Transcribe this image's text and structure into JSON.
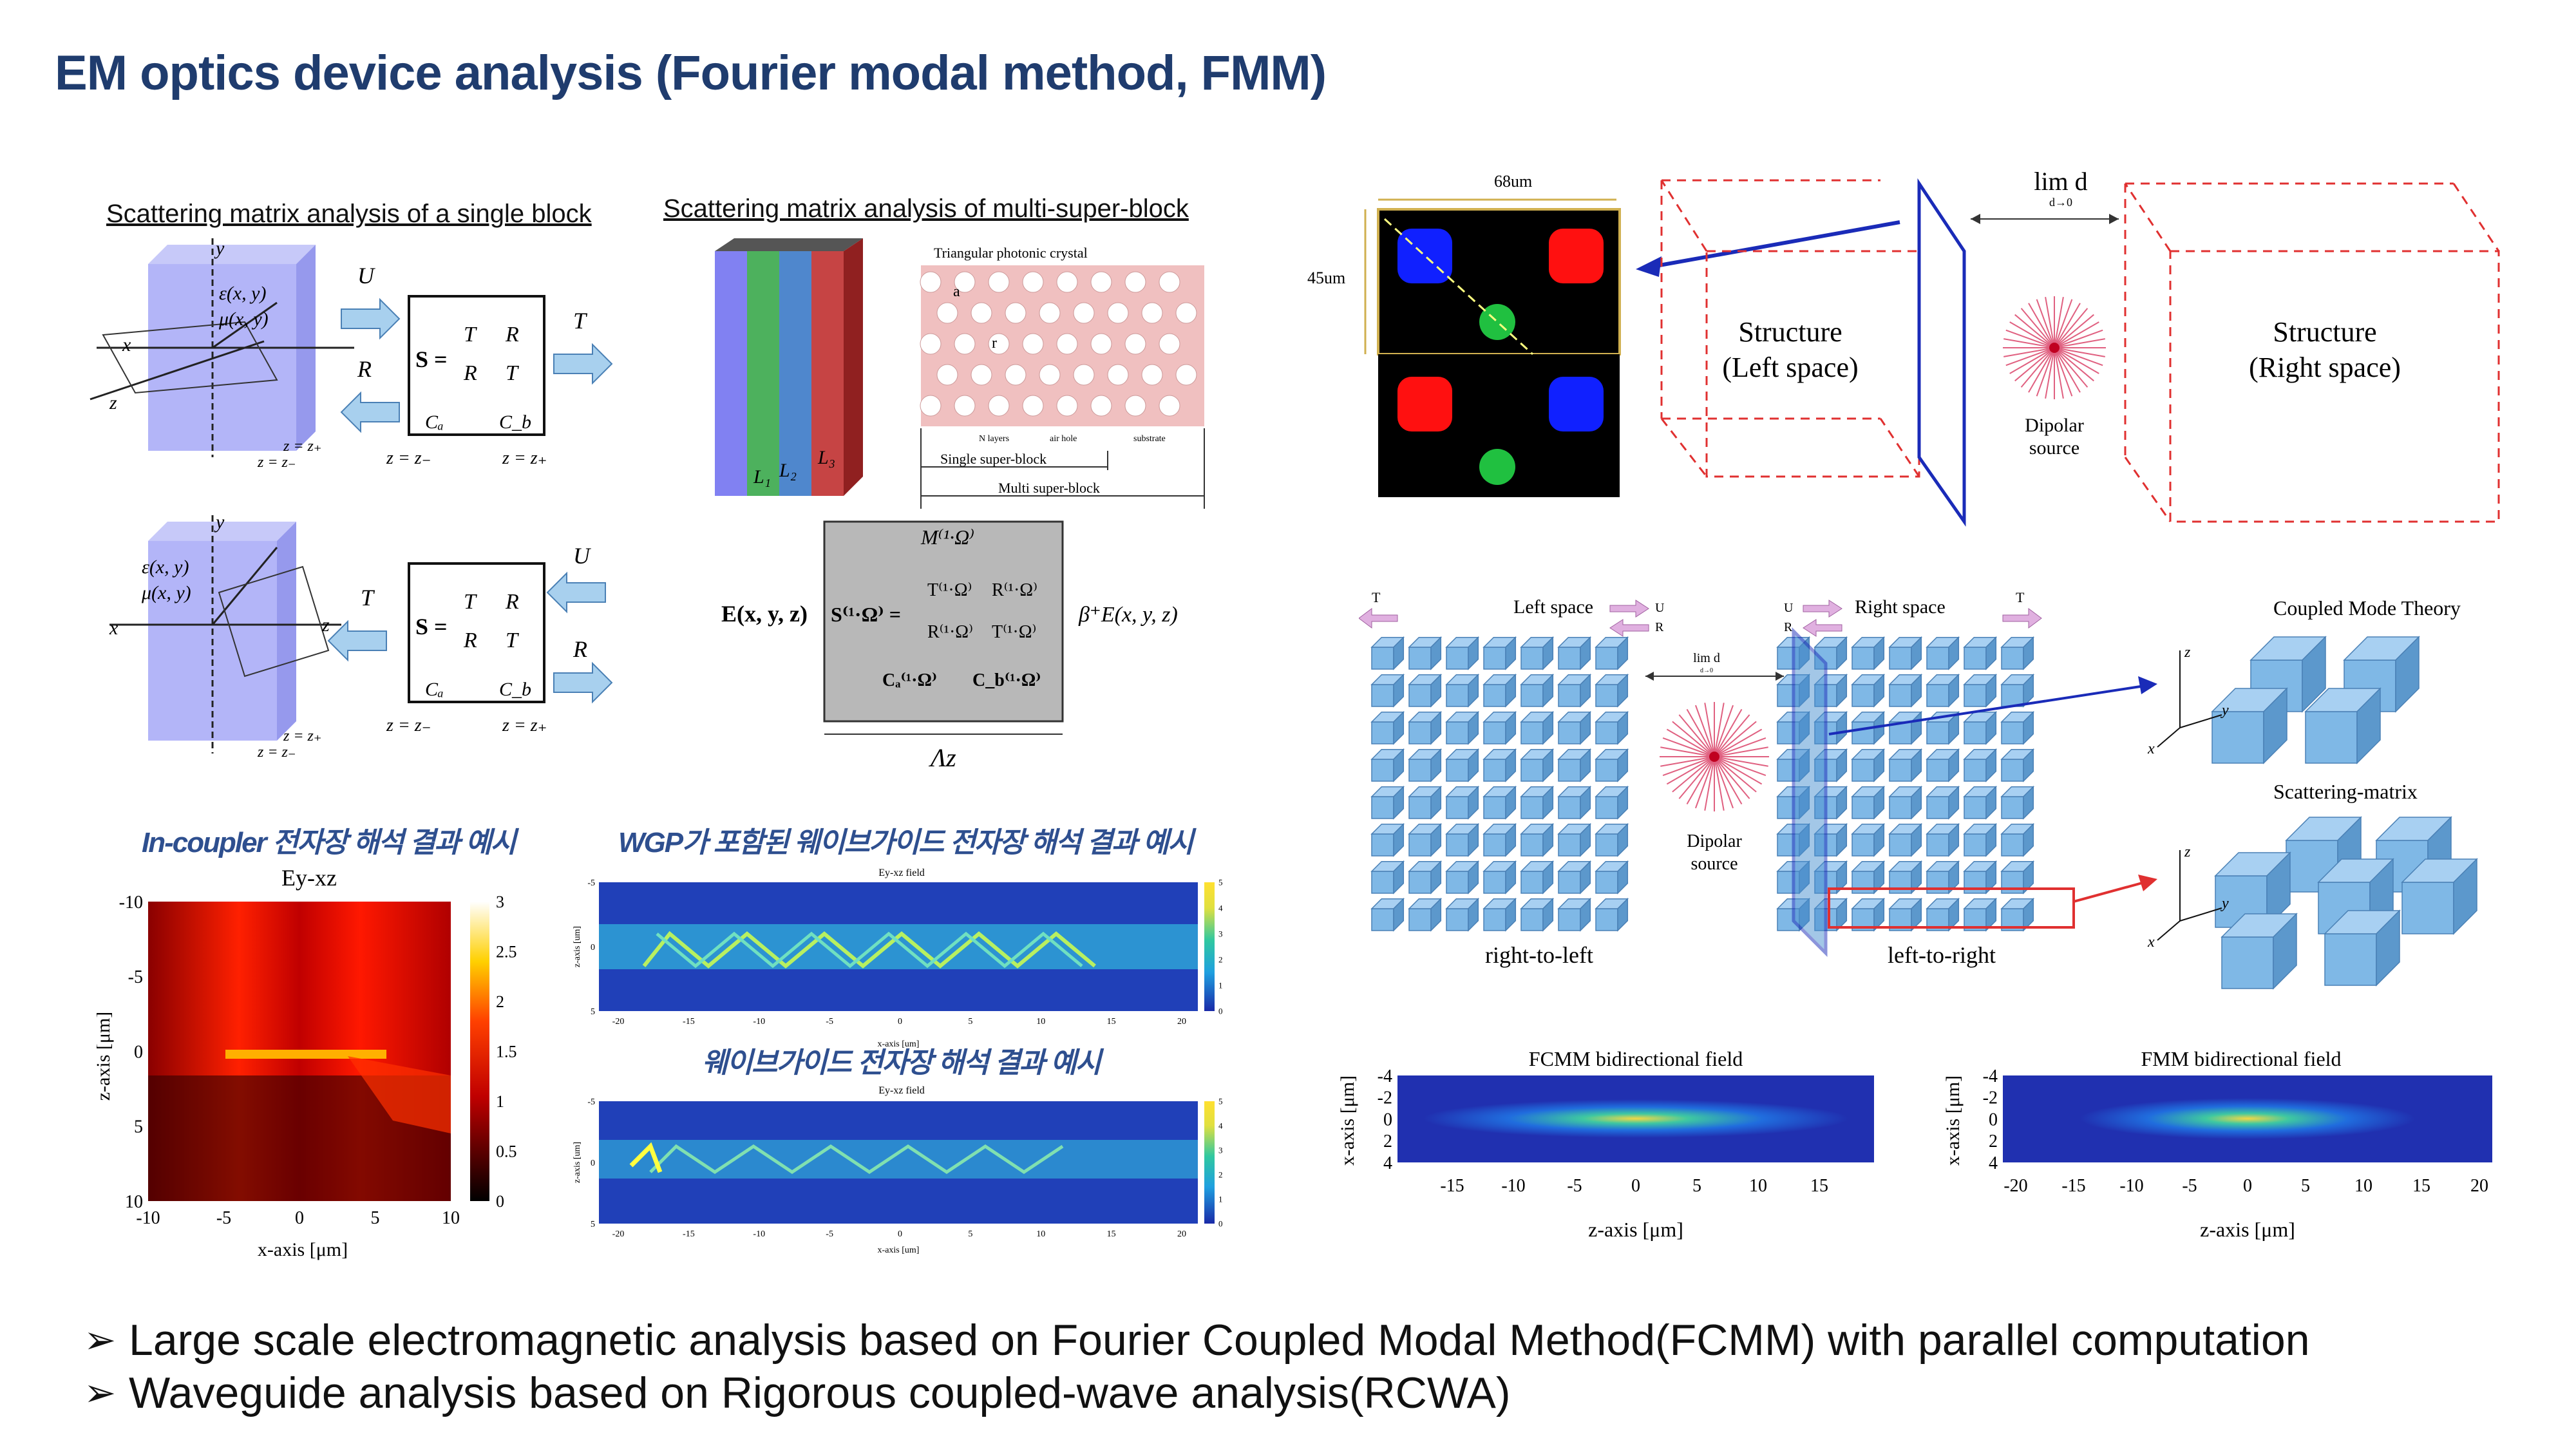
{
  "title": "EM optics device analysis (Fourier modal method, FMM)",
  "sections": {
    "single_block": "Scattering matrix analysis of a single block",
    "multi_block": "Scattering matrix analysis of multi-super-block",
    "incoupler": "In-coupler 전자장 해석 결과 예시",
    "wgp": "WGP가 포함된 웨이브가이드 전자장 해석 결과 예시",
    "waveguide": "웨이브가이드 전자장 해석 결과 예시"
  },
  "single_block": {
    "eps": "ε(x, y)",
    "mu": "μ(x, y)",
    "axis_x": "x",
    "axis_y": "y",
    "axis_z": "z",
    "zminus": "z = z₋",
    "zplus": "z = z₊",
    "S": "S =",
    "T": "T",
    "R": "R",
    "U": "U",
    "Ca": "Cₐ",
    "Cb": "C_b"
  },
  "multi_block": {
    "crystal_title": "Triangular photonic crystal",
    "crystal_a": "a",
    "crystal_r": "r",
    "n_layers": "N layers",
    "air_hole": "air hole",
    "substrate": "substrate",
    "single_super": "Single super-block",
    "multi_super": "Multi super-block",
    "L1": "L₁",
    "L2": "L₂",
    "L3": "L₃",
    "M": "M⁽¹·Ω⁾",
    "E_left": "E(x, y, z)",
    "S_eq": "S⁽¹·Ω⁾ =",
    "T1": "T⁽¹·Ω⁾",
    "R1": "R⁽¹·Ω⁾",
    "Ca": "Cₐ⁽¹·Ω⁾",
    "Cb": "C_b⁽¹·Ω⁾",
    "E_right": "β⁺E(x, y, z)",
    "lambda": "Λz"
  },
  "incoupler_plot": {
    "title": "Ey-xz",
    "xlabel": "x-axis [μm]",
    "ylabel": "z-axis [μm]",
    "xticks": [
      "-10",
      "-5",
      "0",
      "5",
      "10"
    ],
    "yticks": [
      "-10",
      "-5",
      "0",
      "5",
      "10"
    ],
    "cbar_ticks": [
      "3",
      "2.5",
      "2",
      "1.5",
      "1",
      "0.5",
      "0"
    ]
  },
  "wg_plot1": {
    "title": "Ey-xz field",
    "xlabel": "x-axis [um]",
    "ylabel": "z-axis [um]",
    "xticks": [
      "-20",
      "-15",
      "-10",
      "-5",
      "0",
      "5",
      "10",
      "15",
      "20"
    ],
    "yticks": [
      "-5",
      "0",
      "5"
    ],
    "cbar_ticks": [
      "5",
      "4",
      "3",
      "2",
      "1",
      "0"
    ]
  },
  "wg_plot2": {
    "title": "Ey-xz field",
    "xlabel": "x-axis [um]",
    "ylabel": "z-axis [um]",
    "xticks": [
      "-20",
      "-15",
      "-10",
      "-5",
      "0",
      "5",
      "10",
      "15",
      "20"
    ],
    "yticks": [
      "-5",
      "0",
      "5"
    ],
    "cbar_ticks": [
      "5",
      "4",
      "3",
      "2",
      "1",
      "0"
    ]
  },
  "structure": {
    "width_label": "68um",
    "height_label": "45um",
    "limit": "lim d",
    "limit_sub": "d→0",
    "left_space_1": "Structure",
    "left_space_2": "(Left space)",
    "right_space_1": "Structure",
    "right_space_2": "(Right space)",
    "dipolar_1": "Dipolar",
    "dipolar_2": "source"
  },
  "lattice": {
    "left_space": "Left space",
    "right_space": "Right space",
    "limit": "lim d",
    "limit_sub": "d→0",
    "dipolar_1": "Dipolar",
    "dipolar_2": "source",
    "right_to_left": "right-to-left",
    "left_to_right": "left-to-right",
    "T": "T",
    "U": "U",
    "R": "R",
    "coupled_mode": "Coupled Mode Theory",
    "scattering": "Scattering-matrix",
    "axis_x": "x",
    "axis_y": "y",
    "axis_z": "z"
  },
  "fcmm_plot": {
    "title": "FCMM bidirectional field",
    "xlabel": "z-axis [μm]",
    "ylabel": "x-axis [μm]",
    "xticks": [
      "-15",
      "-10",
      "-5",
      "0",
      "5",
      "10",
      "15"
    ],
    "yticks": [
      "-4",
      "-2",
      "0",
      "2",
      "4"
    ]
  },
  "fmm_plot": {
    "title": "FMM bidirectional field",
    "xlabel": "z-axis [μm]",
    "ylabel": "x-axis [μm]",
    "xticks": [
      "-20",
      "-15",
      "-10",
      "-5",
      "0",
      "5",
      "10",
      "15",
      "20"
    ],
    "yticks": [
      "-4",
      "-2",
      "0",
      "2",
      "4"
    ]
  },
  "bullets": [
    "Large scale electromagnetic analysis based on Fourier Coupled Modal Method(FCMM) with parallel computation",
    "Waveguide analysis based on Rigorous coupled-wave analysis(RCWA)"
  ],
  "bullet_glyph": "➢",
  "colors": {
    "title": "#1f3c6e",
    "korean_label": "#2e4f8f",
    "block_fill": "#9a9cf5",
    "cube_fill": "#7fb8e6",
    "dashed_red": "#e03030",
    "blue_line": "#1a2bb8"
  }
}
